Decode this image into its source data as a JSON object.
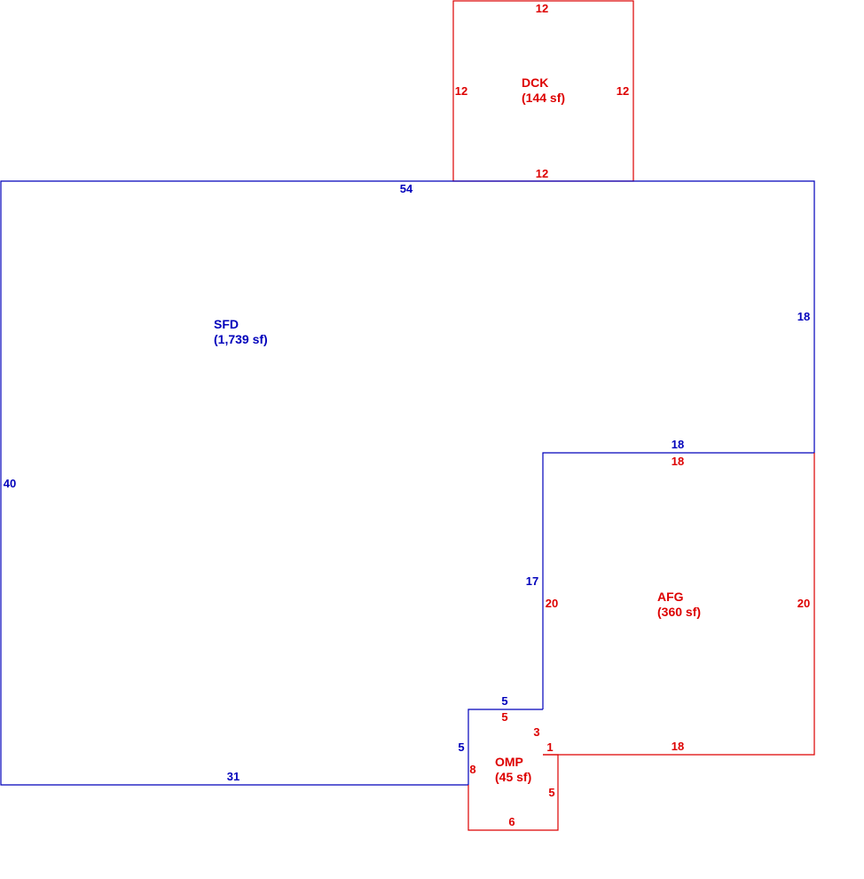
{
  "colors": {
    "blue": "#0000bb",
    "red": "#dd0000"
  },
  "areas": {
    "dck": {
      "name": "DCK",
      "area": "(144 sf)",
      "color": "#dd0000",
      "dims": {
        "top": "12",
        "bottom": "12",
        "left": "12",
        "right": "12"
      }
    },
    "sfd": {
      "name": "SFD",
      "area": "(1,739 sf)",
      "color": "#0000bb",
      "dims": {
        "top": "54",
        "right": "18",
        "step_top": "18",
        "step_left": "17",
        "notch_top": "5",
        "notch_left": "5",
        "bottom": "31",
        "left": "40"
      }
    },
    "afg": {
      "name": "AFG",
      "area": "(360 sf)",
      "color": "#dd0000",
      "dims": {
        "top": "18",
        "bottom": "18",
        "left": "20",
        "right": "20"
      }
    },
    "omp": {
      "name": "OMP",
      "area": "(45 sf)",
      "color": "#dd0000",
      "dims": {
        "top": "5",
        "left": "8",
        "upper_right": "3",
        "step": "1",
        "lower_right": "5",
        "bottom": "6"
      }
    }
  }
}
